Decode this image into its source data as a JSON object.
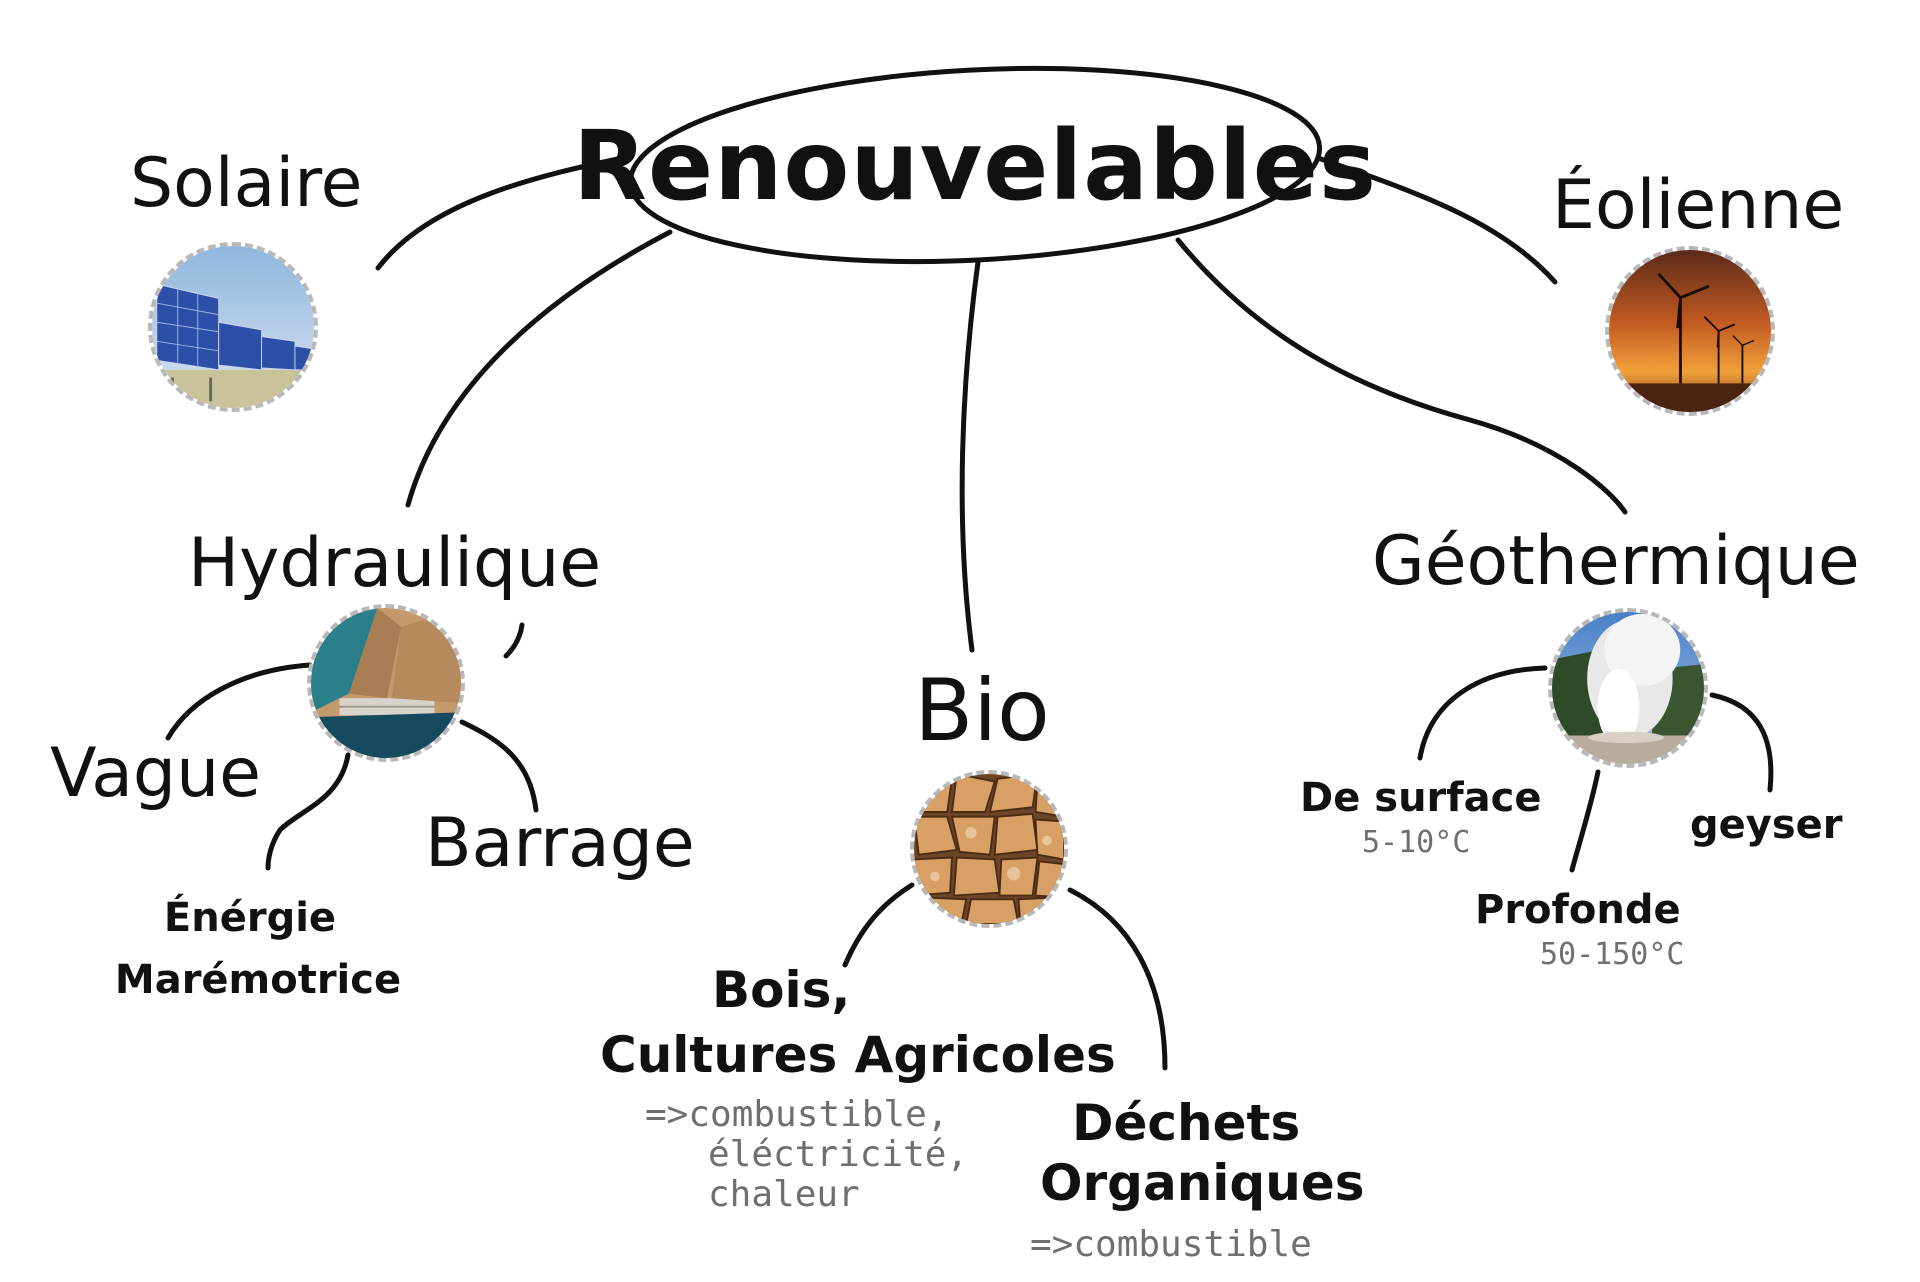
{
  "center": {
    "label": "Renouvelables"
  },
  "nodes": {
    "solaire": {
      "label": "Solaire",
      "icon": "solar-panels-photo"
    },
    "eolienne": {
      "label": "Éolienne",
      "icon": "wind-turbines-sunset-photo"
    },
    "hydraulique": {
      "label": "Hydraulique",
      "icon": "dam-photo"
    },
    "bio": {
      "label": "Bio",
      "icon": "firewood-photo"
    },
    "geothermique": {
      "label": "Géothermique",
      "icon": "geyser-photo"
    }
  },
  "hydraulique_children": {
    "vague": "Vague",
    "energie_line1": "Énérgie",
    "energie_line2": "Marémotrice",
    "barrage": "Barrage"
  },
  "bio_children": {
    "bois_line1": "Bois,",
    "bois_line2": "Cultures Agricoles",
    "bois_note_line1": "=>combustible,",
    "bois_note_line2": "éléctricité,",
    "bois_note_line3": "chaleur",
    "dechets_line1": "Déchets",
    "dechets_line2": "Organiques",
    "dechets_note": "=>combustible"
  },
  "geo_children": {
    "surface": "De surface",
    "surface_temp": "5-10°C",
    "profonde": "Profonde",
    "profonde_temp": "50-150°C",
    "geyser": "geyser"
  },
  "colors": {
    "ink": "#111111",
    "note": "#6f6f6f",
    "badge_border": "#b8b8b8"
  }
}
